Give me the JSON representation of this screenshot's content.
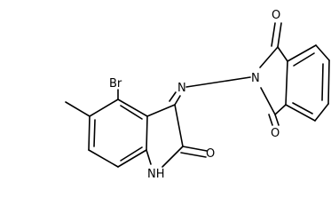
{
  "structure": {
    "atom_labels": {
      "bromine": "Br",
      "imine_nitrogen": "N",
      "imide_nitrogen": "N",
      "lactam_oxygen": "O",
      "imide_oxygen_top": "O",
      "imide_oxygen_bottom": "O",
      "amine_nh": "NH"
    }
  }
}
